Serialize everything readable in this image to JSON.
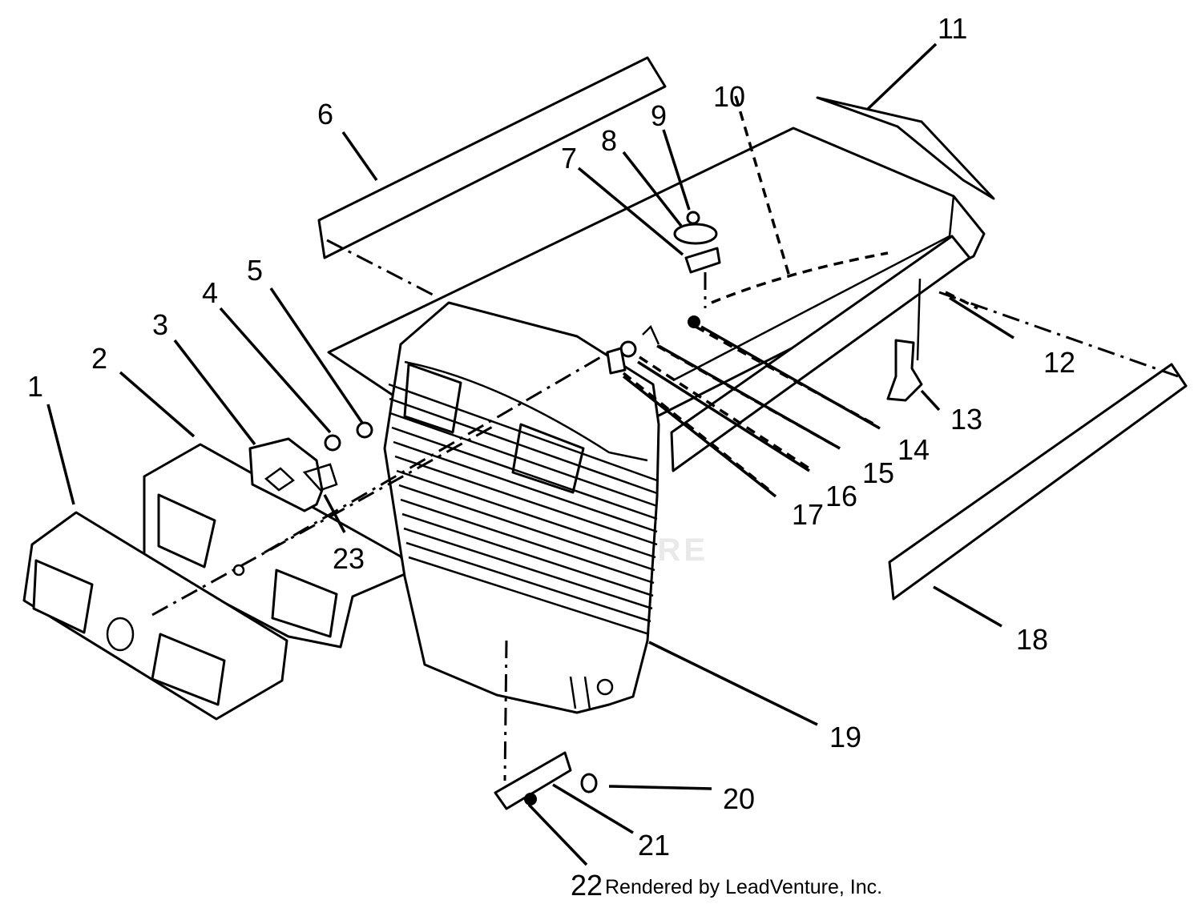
{
  "diagram": {
    "callouts": [
      "1",
      "2",
      "3",
      "4",
      "5",
      "6",
      "7",
      "8",
      "9",
      "10",
      "11",
      "12",
      "13",
      "14",
      "15",
      "16",
      "17",
      "18",
      "19",
      "20",
      "21",
      "22",
      "23"
    ],
    "watermark": "LEADVENTURE",
    "credit": "Rendered by LeadVenture, Inc."
  }
}
